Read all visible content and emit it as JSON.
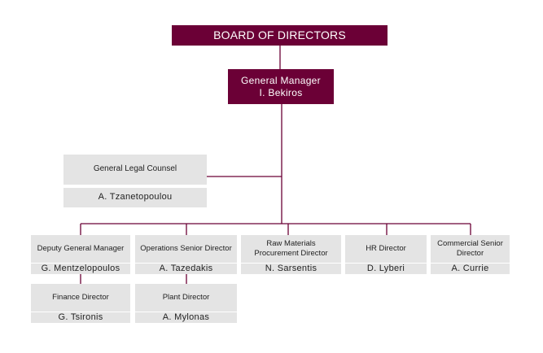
{
  "board": {
    "label": "BOARD OF DIRECTORS"
  },
  "general_manager": {
    "title": "General Manager",
    "name": "I. Bekiros"
  },
  "legal": {
    "title": "General Legal Counsel",
    "name": "A. Tzanetopoulou"
  },
  "directors": [
    {
      "title": "Deputy General Manager",
      "name": "G. Mentzelopoulos"
    },
    {
      "title": "Operations Senior Director",
      "name": "A. Tazedakis"
    },
    {
      "title": "Raw Materials Procurement Director",
      "name": "N. Sarsentis"
    },
    {
      "title": "HR Director",
      "name": "D. Lyberi"
    },
    {
      "title": "Commercial Senior Director",
      "name": "A. Currie"
    }
  ],
  "sub_roles": [
    {
      "title": "Finance Director",
      "name": "G. Tsironis"
    },
    {
      "title": "Plant Director",
      "name": "A. Mylonas"
    }
  ],
  "colors": {
    "primary": "#6b0036",
    "box": "#e4e4e4",
    "line": "#6b0036"
  }
}
